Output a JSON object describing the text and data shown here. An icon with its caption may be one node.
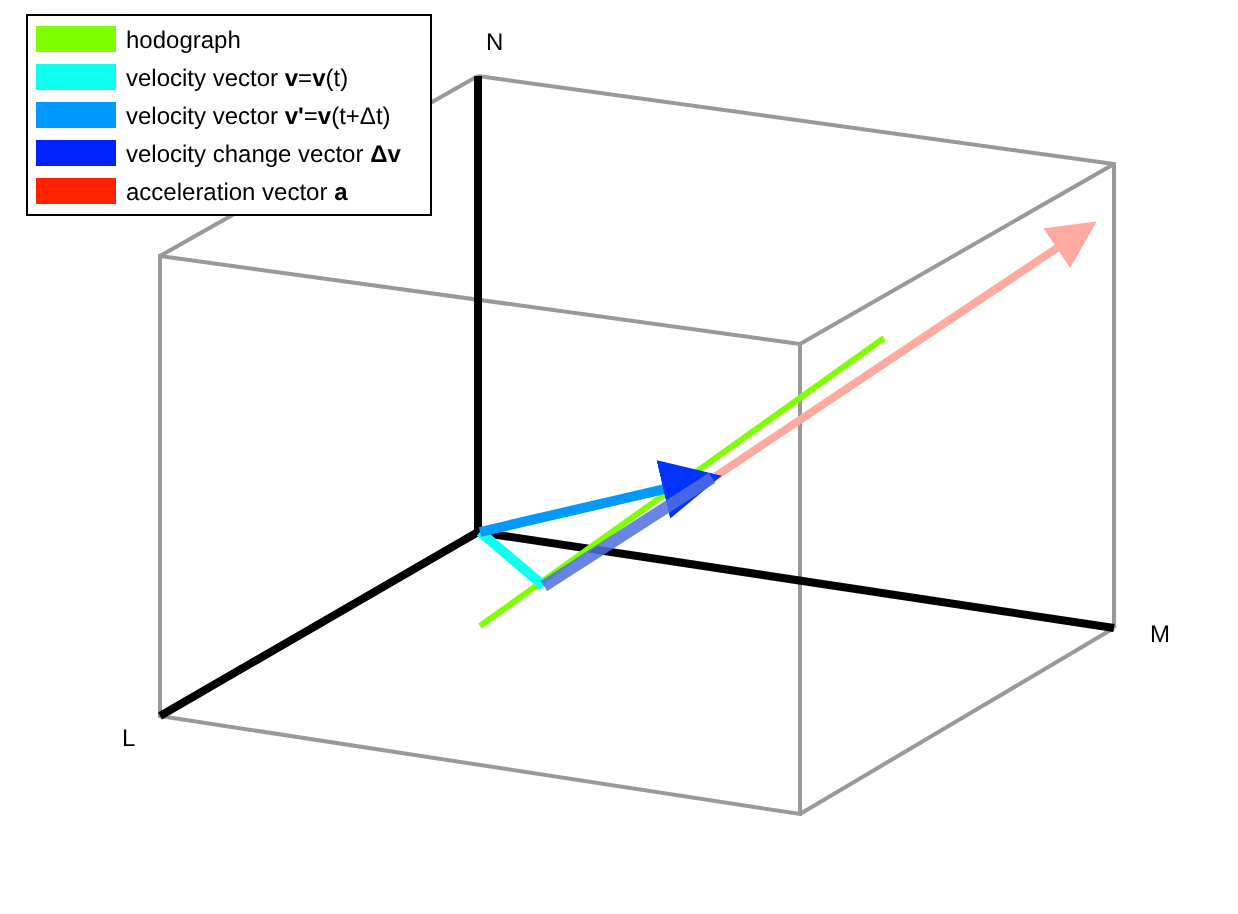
{
  "diagram": {
    "labels": [
      "N",
      "M",
      "L"
    ],
    "legend": [
      {
        "text": "hodograph",
        "color": "#80ff00"
      },
      {
        "text": "velocity vector **v**=**v**(t)",
        "color": "#10ffee"
      },
      {
        "text": "velocity vector **v'**=**v**(t+Δt)",
        "color": "#0099ff"
      },
      {
        "text": "velocity change vector **Δv**",
        "color": "#0022ff"
      },
      {
        "text": "acceleration vector **a**",
        "color": "#ff2200"
      }
    ]
  }
}
